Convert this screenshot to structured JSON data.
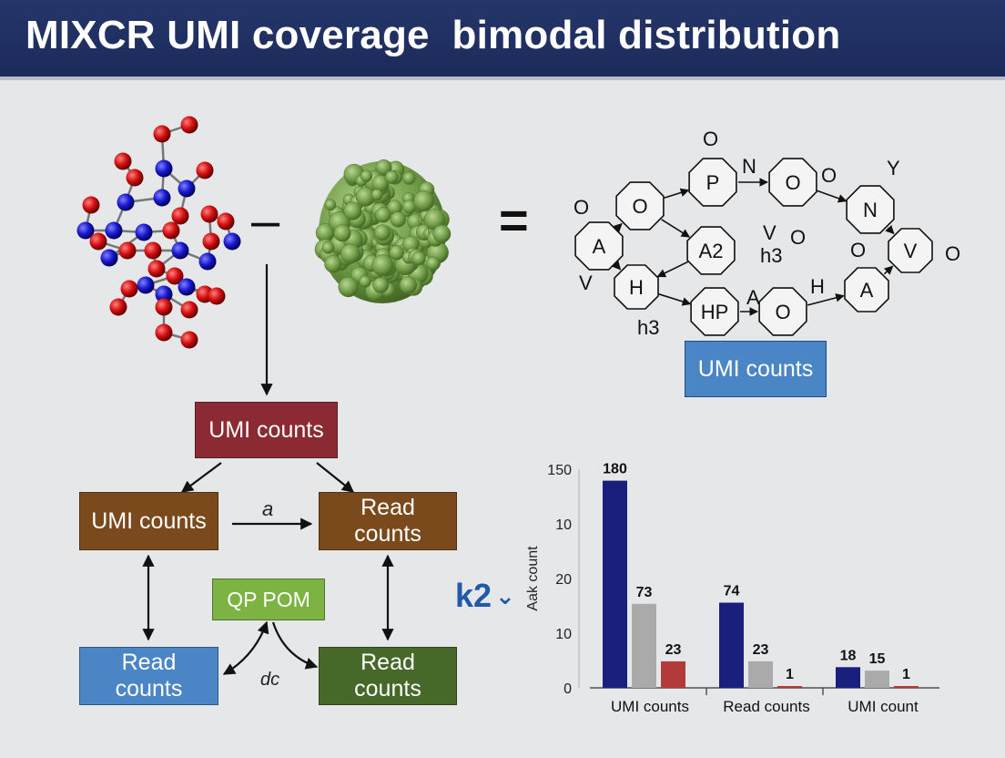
{
  "header": {
    "title": "MIXCR UMI coverage  bimodal distribution"
  },
  "equation": {
    "minus_symbol": "–",
    "equals_symbol": "="
  },
  "network": {
    "nodes": [
      {
        "label": "O"
      },
      {
        "label": "P"
      },
      {
        "label": "O"
      },
      {
        "label": "N"
      },
      {
        "label": "A"
      },
      {
        "label": "A2"
      },
      {
        "label": "V"
      },
      {
        "label": "H"
      },
      {
        "label": "HP"
      },
      {
        "label": "O"
      },
      {
        "label": "A"
      }
    ],
    "annotations": [
      "O",
      "N",
      "O",
      "Y",
      "O",
      "V",
      "O",
      "h3",
      "V",
      "h3",
      "A",
      "H",
      "O",
      "O"
    ],
    "label_box": "UMI counts",
    "colors": {
      "label_box": "#4a85c6"
    }
  },
  "flow": {
    "top": {
      "label": "UMI counts",
      "color": "#8b2a33"
    },
    "left": {
      "label": "UMI counts",
      "color": "#7b4a1c"
    },
    "right": {
      "label": "Read counts",
      "color": "#7b4a1c"
    },
    "center": {
      "label": "QP POM",
      "color": "#7cb342"
    },
    "bottom_left": {
      "label": "Read counts",
      "color": "#4a85c6"
    },
    "bottom_right": {
      "label": "Read counts",
      "color": "#46692a"
    },
    "edge_label_top": "a",
    "edge_label_bottom": "dc"
  },
  "k_label": {
    "text": "k2",
    "mark": "⌄"
  },
  "chart_data": {
    "type": "bar",
    "ylabel": "Aak count",
    "yticks": [
      "150",
      "10",
      "20",
      "10",
      "0"
    ],
    "categories": [
      "UMI counts",
      "Read counts",
      "UMI count"
    ],
    "series": [
      {
        "color": "#1a1f7e",
        "values": [
          180,
          74,
          18
        ]
      },
      {
        "color": "#aaaaaa",
        "values": [
          73,
          23,
          15
        ]
      },
      {
        "color": "#b23a3a",
        "values": [
          23,
          1,
          1
        ]
      }
    ],
    "data_labels": [
      [
        "180",
        "73",
        "23"
      ],
      [
        "74",
        "23",
        "1"
      ],
      [
        "18",
        "15",
        "1"
      ]
    ]
  }
}
